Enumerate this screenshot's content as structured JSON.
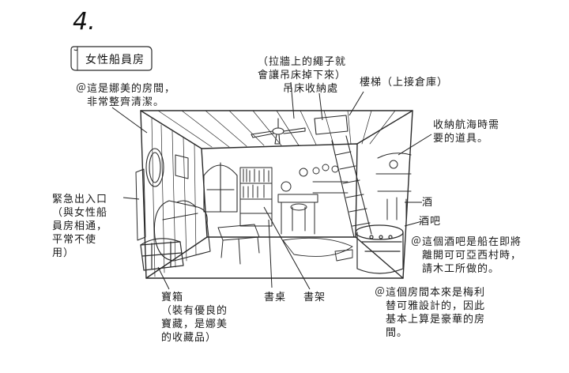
{
  "page_number": "4.",
  "title": "女性船員房",
  "notes": {
    "nami_room": "＠這是娜美的房間，\n　非常整齊清潔。",
    "rope": "（拉牆上的繩子就\n會讓吊床掉下來）",
    "hammock": "吊床收納處",
    "ladder": "樓梯（上接倉庫）",
    "tools": "收納航海時需\n要的道具。",
    "emergency": "緊急出入口\n（與女性船\n員房相通，\n平常不使\n用）",
    "wine": "酒",
    "bar": "酒吧",
    "bar_note": "＠這個酒吧是船在即將\n　離開可可亞西村時，\n　請木工所做的。",
    "desk": "書桌",
    "bookshelf": "書架",
    "chest": "寶箱\n（裝有優良的\n寶藏，是娜美\n的收藏品）",
    "room_note": "＠這個房間本來是梅利\n　替可雅設計的，因此\n　基本上算是豪華的房\n　間。"
  }
}
